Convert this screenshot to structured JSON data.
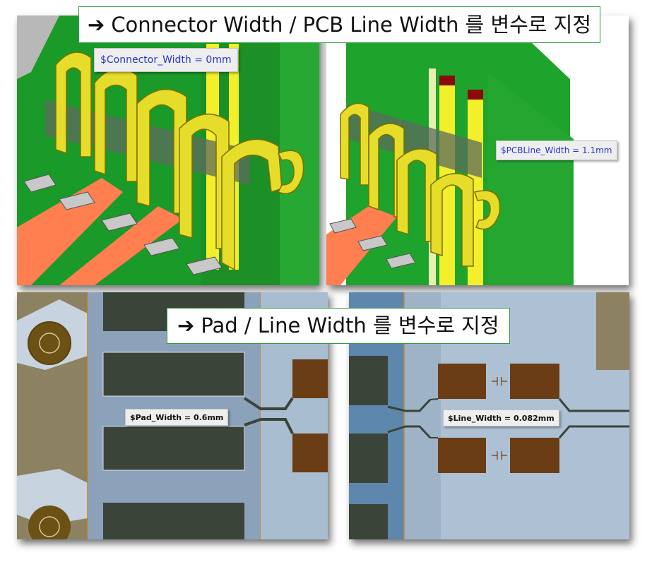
{
  "titles": {
    "top": "Connector Width / PCB Line Width 를 변수로 지정",
    "bottom": "Pad / Line Width 를 변수로 지정",
    "arrow_glyph": "➔"
  },
  "views": {
    "connector_view": {
      "label": "$Connector_Width = 0mm"
    },
    "pcb_line_view": {
      "label": "$PCBLine_Width = 1.1mm"
    },
    "pad_view": {
      "label": "$Pad_Width = 0.6mm"
    },
    "line_view": {
      "label": "$Line_Width = 0.082mm"
    }
  },
  "colors": {
    "board_green": "#1b9e2a",
    "connector_gold": "#e6dd2a",
    "trace_orange": "#ff7f50",
    "pad_brown": "#6b3d14",
    "layout_blue": "#9fb3c8",
    "title_border": "#2e9e3e",
    "label_text_blue": "#2a36d0"
  },
  "icons": [
    "arrow-right-icon"
  ]
}
